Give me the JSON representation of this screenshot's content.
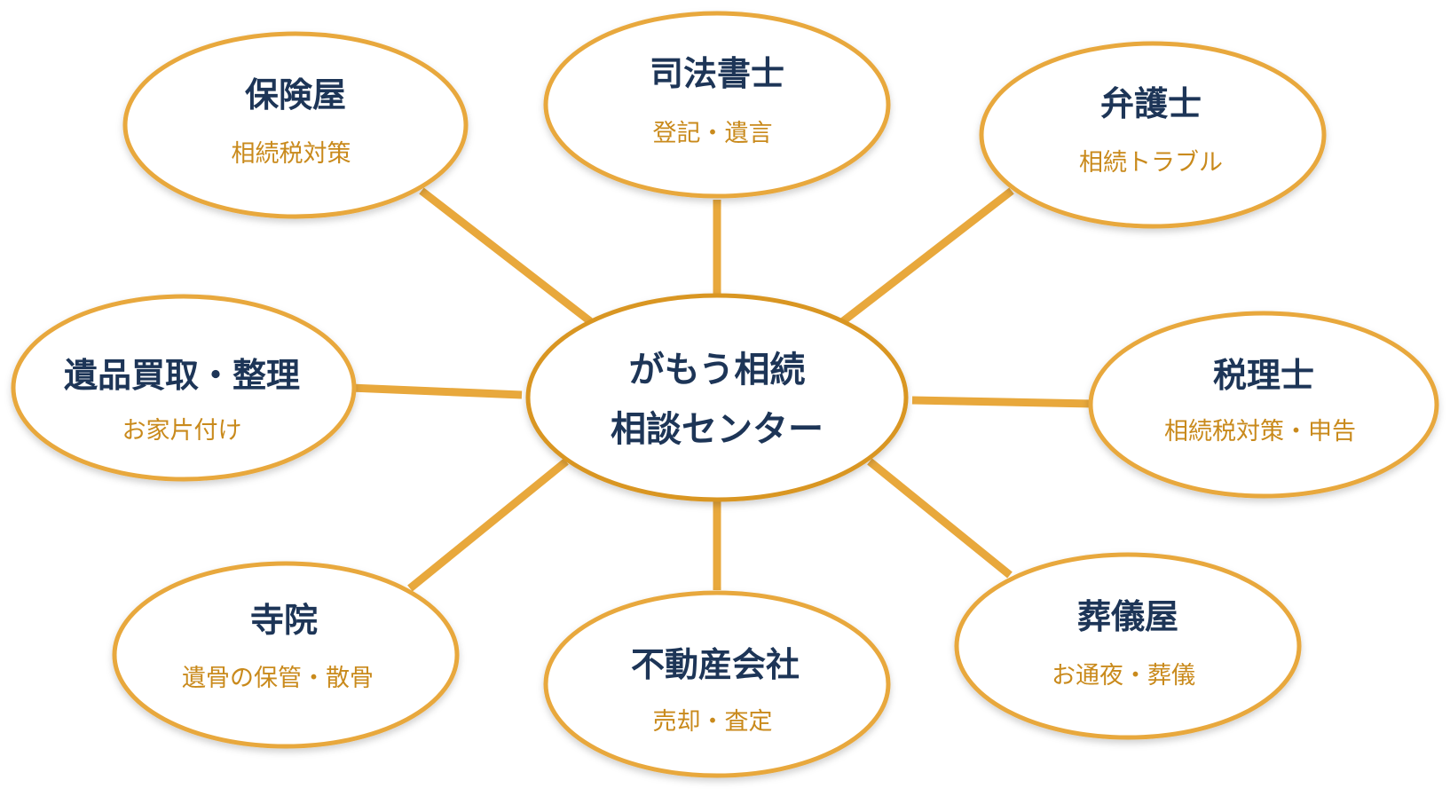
{
  "colors": {
    "accent": "#e8a83c",
    "center_stroke": "#d99624",
    "title_text": "#1d3557",
    "subtitle_text": "#c98a1c"
  },
  "center": {
    "line1": "がもう相続",
    "line2": "相談センター"
  },
  "nodes": [
    {
      "id": "hoken",
      "title": "保険屋",
      "subtitle": "相続税対策"
    },
    {
      "id": "shiho",
      "title": "司法書士",
      "subtitle": "登記・遺言"
    },
    {
      "id": "bengo",
      "title": "弁護士",
      "subtitle": "相続トラブル"
    },
    {
      "id": "ihin",
      "title": "遺品買取・整理",
      "subtitle": "お家片付け"
    },
    {
      "id": "zeiri",
      "title": "税理士",
      "subtitle": "相続税対策・申告"
    },
    {
      "id": "jiin",
      "title": "寺院",
      "subtitle": "遺骨の保管・散骨"
    },
    {
      "id": "fudosan",
      "title": "不動産会社",
      "subtitle": "売却・査定"
    },
    {
      "id": "sogi",
      "title": "葬儀屋",
      "subtitle": "お通夜・葬儀"
    }
  ]
}
